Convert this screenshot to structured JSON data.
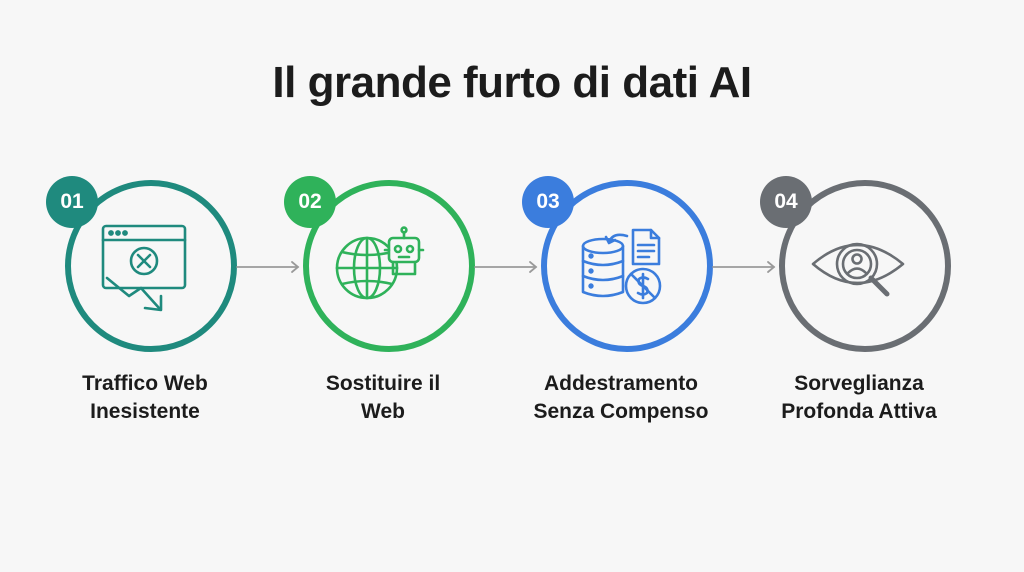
{
  "title": "Il grande furto di dati AI",
  "colors": {
    "step1": "#1f8a7e",
    "step2": "#2fb25a",
    "step3": "#3b7ddd",
    "step4": "#6a6e73",
    "arrow": "#9a9a9a"
  },
  "steps": [
    {
      "number": "01",
      "line1": "Traffico Web",
      "line2": "Inesistente",
      "icon": "browser-traffic-decline-icon"
    },
    {
      "number": "02",
      "line1": "Sostituire il",
      "line2": "Web",
      "icon": "globe-robot-icon"
    },
    {
      "number": "03",
      "line1": "Addestramento",
      "line2": "Senza Compenso",
      "icon": "database-no-payment-icon"
    },
    {
      "number": "04",
      "line1": "Sorveglianza",
      "line2": "Profonda Attiva",
      "icon": "eye-surveillance-icon"
    }
  ]
}
